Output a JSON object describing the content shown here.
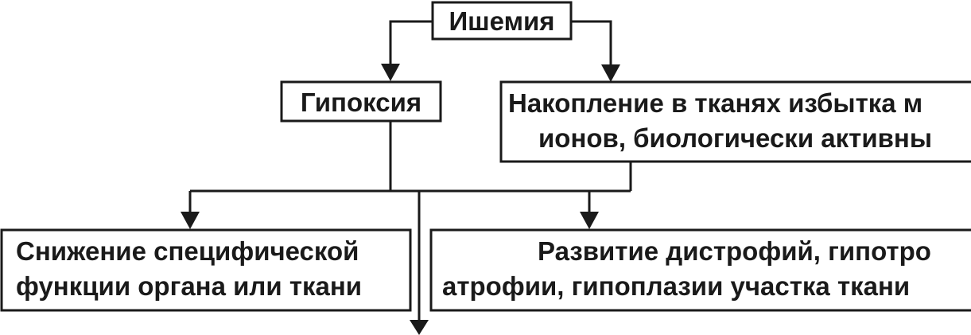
{
  "diagram": {
    "nodes": {
      "ischemia": {
        "label": "Ишемия"
      },
      "hypoxia": {
        "label": "Гипоксия"
      },
      "accumulation": {
        "line1": "Накопление в тканях избытка м",
        "line2": "ионов, биологически активны"
      },
      "function_decrease": {
        "line1": "Снижение специфической",
        "line2": "функции органа или ткани"
      },
      "dystrophy": {
        "line1": "Развитие дистрофий, гипотро",
        "line2": "атрофии, гипоплазии участка ткани"
      }
    },
    "colors": {
      "line": "#1a1a1a",
      "text": "#1a1a1a",
      "box_fill": "#ffffff"
    }
  }
}
